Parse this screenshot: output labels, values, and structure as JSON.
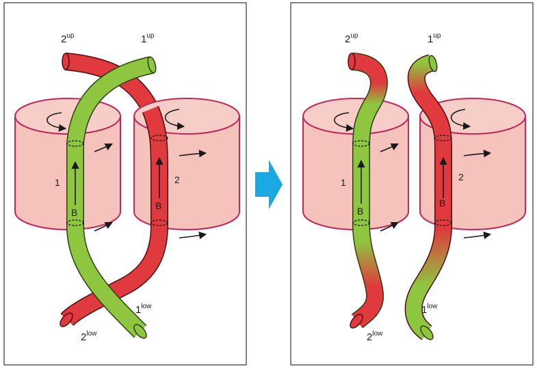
{
  "panels": [
    {
      "id": "before",
      "cylinder_labels": [
        "1",
        "2"
      ],
      "field_label": "B",
      "tube_labels": [
        {
          "base": "2",
          "sup": "up"
        },
        {
          "base": "1",
          "sup": "up"
        },
        {
          "base": "1",
          "sup": "low"
        },
        {
          "base": "2",
          "sup": "low"
        }
      ]
    },
    {
      "id": "after",
      "cylinder_labels": [
        "1",
        "2"
      ],
      "field_label": "B",
      "tube_labels": [
        {
          "base": "2",
          "sup": "up"
        },
        {
          "base": "1",
          "sup": "up"
        },
        {
          "base": "1",
          "sup": "low"
        },
        {
          "base": "2",
          "sup": "low"
        }
      ]
    }
  ],
  "colors": {
    "cylinder_fill": "#f5c2bc",
    "cylinder_stroke": "#c0285a",
    "tube_green": "#8ec63f",
    "tube_red": "#e03a3e",
    "arrow": "#1a1a1a",
    "transition_arrow": "#1ba8e0",
    "panel_border": "#333333"
  }
}
